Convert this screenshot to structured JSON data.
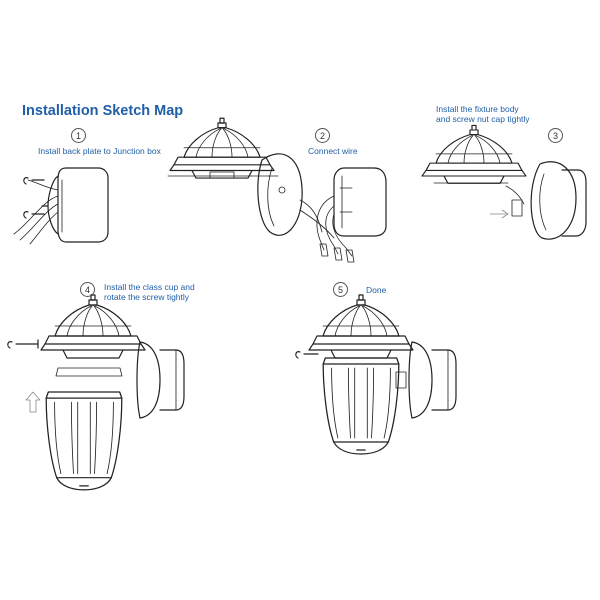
{
  "title": "Installation Sketch Map",
  "steps": [
    {
      "number": "1",
      "caption_lines": [
        "Install back plate to Junction box"
      ]
    },
    {
      "number": "2",
      "caption_lines": [
        "Connect wire"
      ]
    },
    {
      "number": "3",
      "caption_lines": [
        "Install the fixture body",
        "and screw nut cap tightly"
      ]
    },
    {
      "number": "4",
      "caption_lines": [
        "Install the class cup and",
        "rotate the screw tightly"
      ]
    },
    {
      "number": "5",
      "caption_lines": [
        "Done"
      ]
    }
  ]
}
